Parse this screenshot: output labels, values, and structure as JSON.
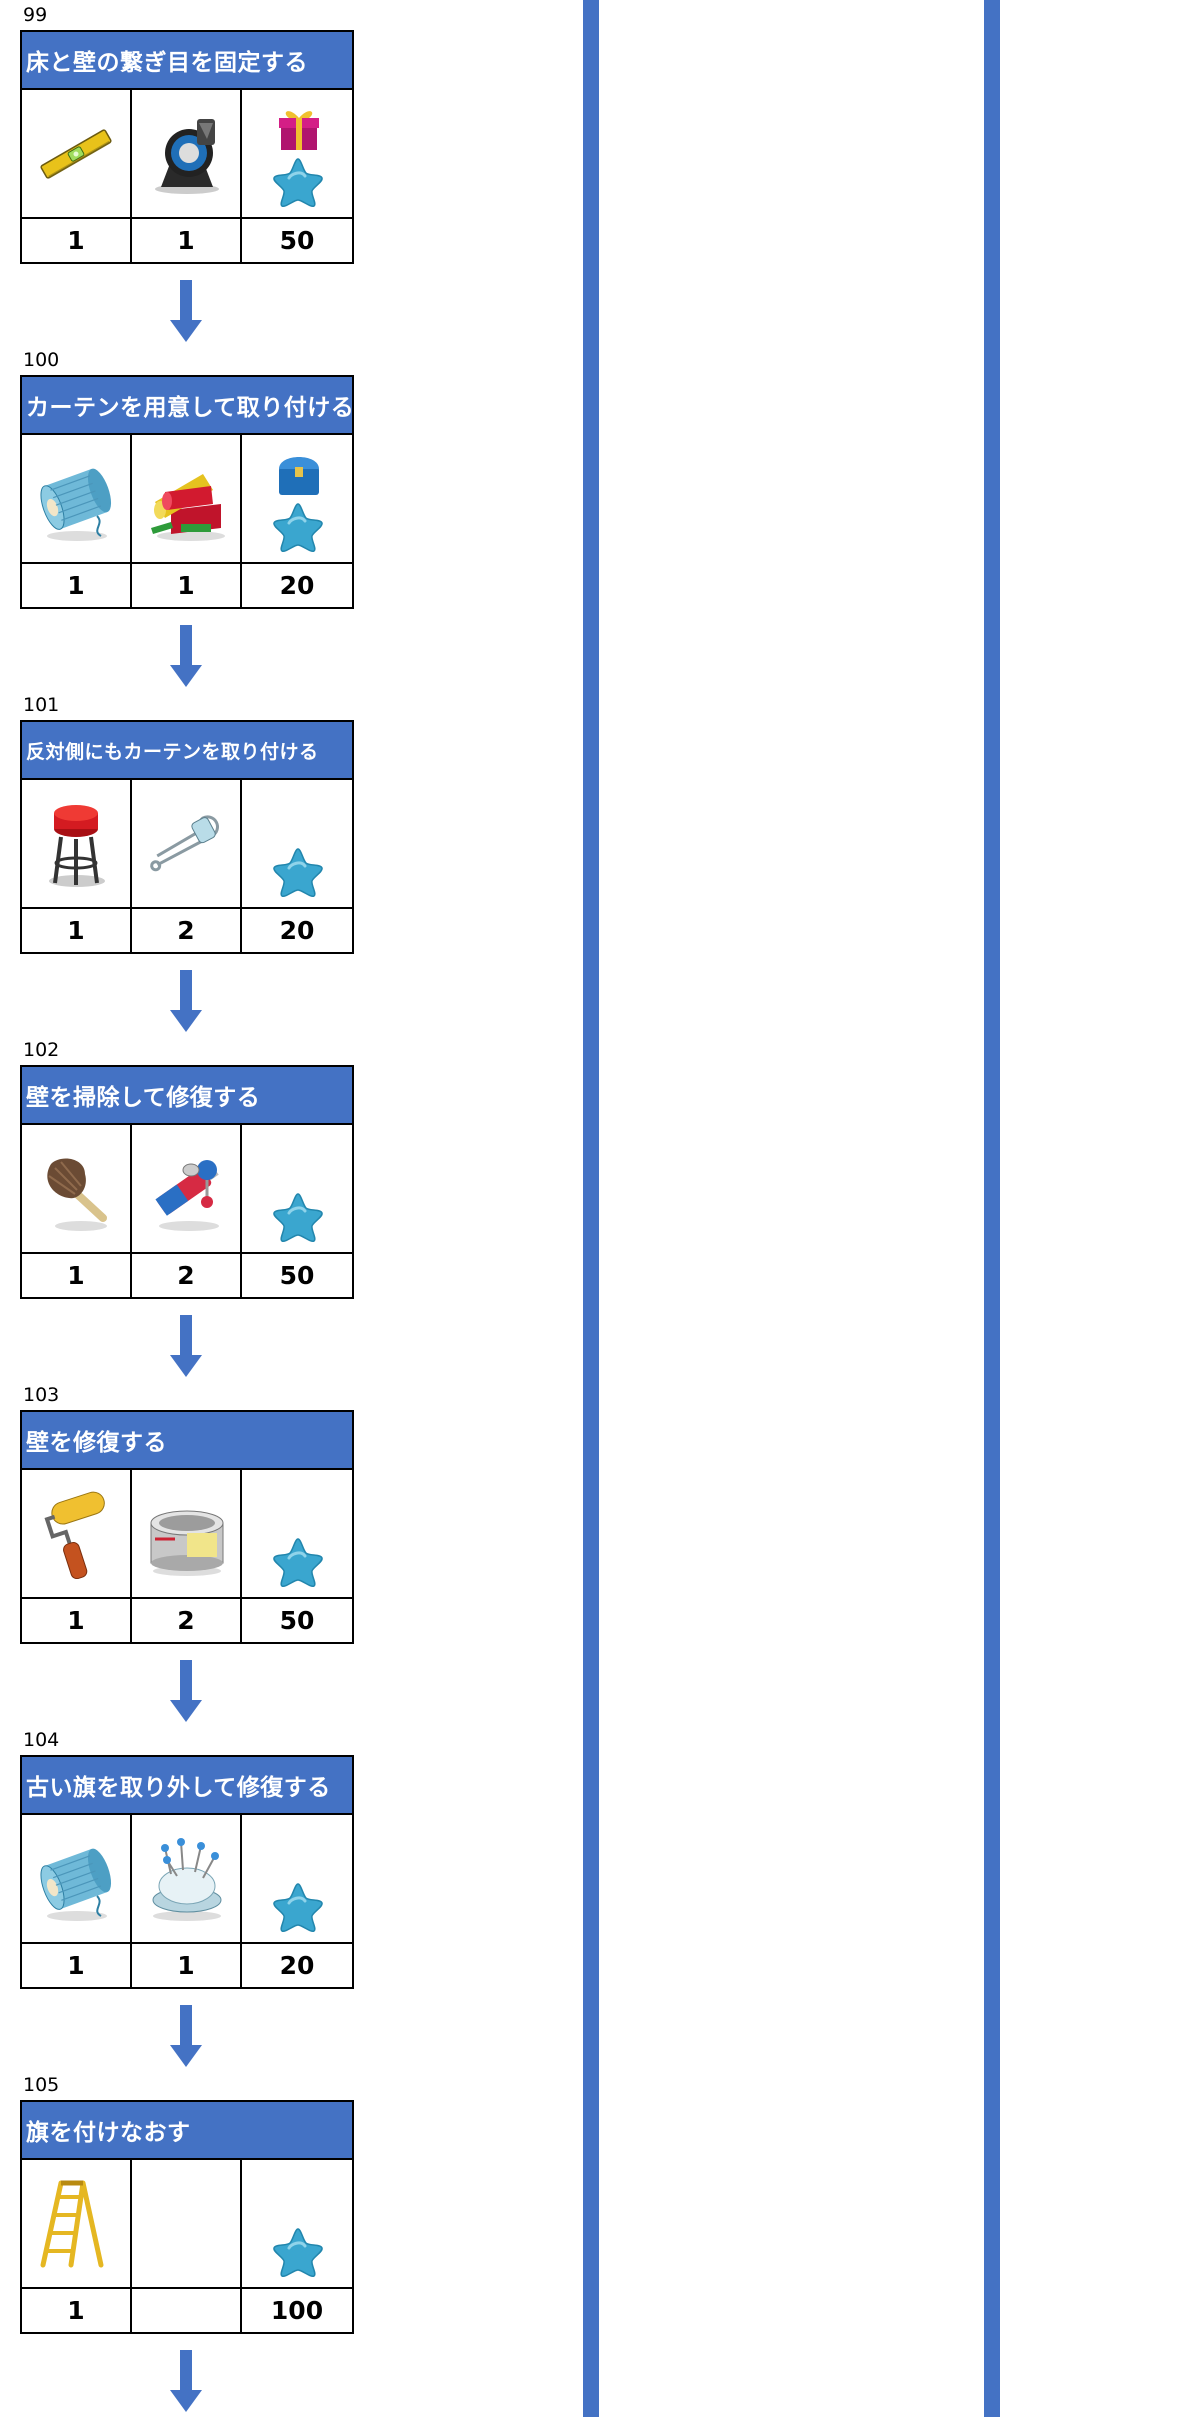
{
  "steps": [
    {
      "number": "99",
      "title": "床と壁の繋ぎ目を固定する",
      "items": [
        {
          "icon": "spirit-level-icon",
          "count": "1"
        },
        {
          "icon": "tape-dispenser-icon",
          "count": "1"
        }
      ],
      "reward": {
        "icon": "gift-box-icon",
        "star": "blue-star-icon",
        "count": "50"
      }
    },
    {
      "number": "100",
      "title": "カーテンを用意して取り付ける",
      "items": [
        {
          "icon": "thread-spool-icon",
          "count": "1"
        },
        {
          "icon": "fabric-rolls-icon",
          "count": "1"
        }
      ],
      "reward": {
        "icon": "blue-chest-icon",
        "star": "blue-star-icon",
        "count": "20"
      }
    },
    {
      "number": "101",
      "title": "反対側にもカーテンを取り付ける",
      "items": [
        {
          "icon": "stool-icon",
          "count": "1"
        },
        {
          "icon": "safety-pin-icon",
          "count": "2"
        }
      ],
      "reward": {
        "icon": "",
        "star": "blue-star-icon",
        "count": "20"
      }
    },
    {
      "number": "102",
      "title": "壁を掃除して修復する",
      "items": [
        {
          "icon": "feather-duster-icon",
          "count": "1"
        },
        {
          "icon": "glue-tube-icon",
          "count": "2"
        }
      ],
      "reward": {
        "icon": "",
        "star": "blue-star-icon",
        "count": "50"
      }
    },
    {
      "number": "103",
      "title": "壁を修復する",
      "items": [
        {
          "icon": "paint-roller-icon",
          "count": "1"
        },
        {
          "icon": "paint-can-icon",
          "count": "2"
        }
      ],
      "reward": {
        "icon": "",
        "star": "blue-star-icon",
        "count": "50"
      }
    },
    {
      "number": "104",
      "title": "古い旗を取り外して修復する",
      "items": [
        {
          "icon": "thread-spool-icon",
          "count": "1"
        },
        {
          "icon": "pin-cushion-icon",
          "count": "1"
        }
      ],
      "reward": {
        "icon": "",
        "star": "blue-star-icon",
        "count": "20"
      }
    },
    {
      "number": "105",
      "title": "旗を付けなおす",
      "items": [
        {
          "icon": "ladder-icon",
          "count": "1"
        },
        {
          "icon": "",
          "count": ""
        }
      ],
      "reward": {
        "icon": "",
        "star": "blue-star-icon",
        "count": "100"
      }
    }
  ],
  "colors": {
    "accent": "#4472c4",
    "title_text": "#ffffff",
    "star": "#3aa6cf"
  }
}
